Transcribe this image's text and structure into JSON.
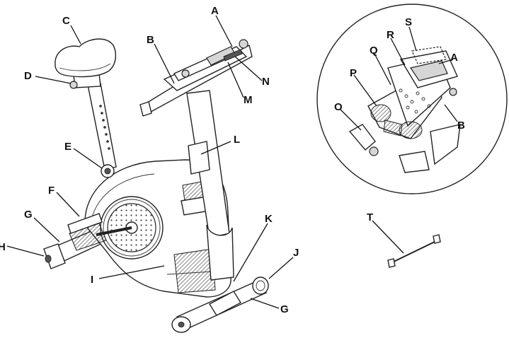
{
  "labels": {
    "A": "A",
    "B": "B",
    "C": "C",
    "D": "D",
    "E": "E",
    "F": "F",
    "G": "G",
    "H": "H",
    "I": "I",
    "J": "J",
    "K": "K",
    "L": "L",
    "M": "M",
    "N": "N",
    "O": "O",
    "P": "P",
    "Q": "Q",
    "R": "R",
    "S": "S",
    "T": "T"
  },
  "colors": {
    "line": "#222222",
    "background": "#ffffff",
    "shade": "#d6d6d6"
  }
}
